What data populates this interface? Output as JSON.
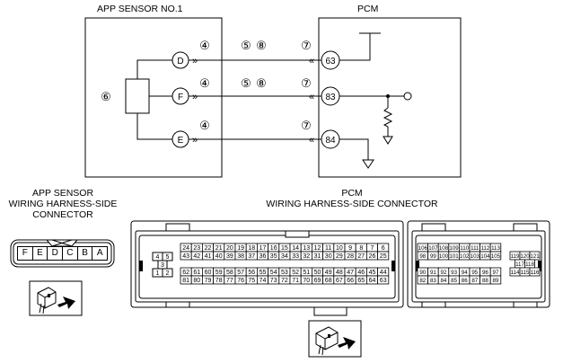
{
  "top": {
    "sensor_title": "APP SENSOR NO.1",
    "pcm_title": "PCM",
    "sensor_pins": [
      "D",
      "F",
      "E"
    ],
    "pcm_pins": [
      "63",
      "83",
      "84"
    ],
    "wire1_marks": [
      "④",
      "⑤",
      "⑧",
      "⑦"
    ],
    "wire2_marks": [
      "④",
      "⑤",
      "⑧",
      "⑦"
    ],
    "wire3_marks": [
      "④",
      "⑦"
    ],
    "sensor_mark": "⑥",
    "break_marks": [
      "»",
      "«"
    ]
  },
  "sensor_connector": {
    "title_line1": "APP SENSOR",
    "title_line2": "WIRING HARNESS-SIDE",
    "title_line3": "CONNECTOR",
    "pins": [
      "F",
      "E",
      "D",
      "C",
      "B",
      "A"
    ]
  },
  "pcm_connector": {
    "title_line1": "PCM",
    "title_line2": "WIRING HARNESS-SIDE CONNECTOR",
    "small_block": [
      "4",
      "5",
      "3",
      "1",
      "2"
    ],
    "left_rows": [
      [
        "24",
        "23",
        "22",
        "21",
        "20",
        "19",
        "18",
        "17",
        "16",
        "15",
        "14",
        "13",
        "12",
        "11",
        "10",
        "9",
        "8",
        "7",
        "6"
      ],
      [
        "43",
        "42",
        "41",
        "40",
        "39",
        "38",
        "37",
        "36",
        "35",
        "34",
        "33",
        "32",
        "31",
        "30",
        "29",
        "28",
        "27",
        "26",
        "25"
      ],
      [
        "62",
        "61",
        "60",
        "59",
        "58",
        "57",
        "56",
        "55",
        "54",
        "53",
        "52",
        "51",
        "50",
        "49",
        "48",
        "47",
        "46",
        "45",
        "44"
      ],
      [
        "81",
        "80",
        "79",
        "78",
        "77",
        "76",
        "75",
        "74",
        "73",
        "72",
        "71",
        "70",
        "69",
        "68",
        "67",
        "66",
        "65",
        "64",
        "63"
      ]
    ],
    "right_rows": [
      [
        "106",
        "107",
        "108",
        "109",
        "110",
        "111",
        "112",
        "113"
      ],
      [
        "98",
        "99",
        "100",
        "101",
        "102",
        "103",
        "104",
        "105"
      ],
      [
        "90",
        "91",
        "92",
        "93",
        "94",
        "95",
        "96",
        "97"
      ],
      [
        "82",
        "83",
        "84",
        "85",
        "86",
        "87",
        "88",
        "89"
      ]
    ],
    "right_block": [
      [
        "119",
        "120",
        "121"
      ],
      [
        "117",
        "118"
      ],
      [
        "114",
        "115",
        "116"
      ]
    ]
  }
}
